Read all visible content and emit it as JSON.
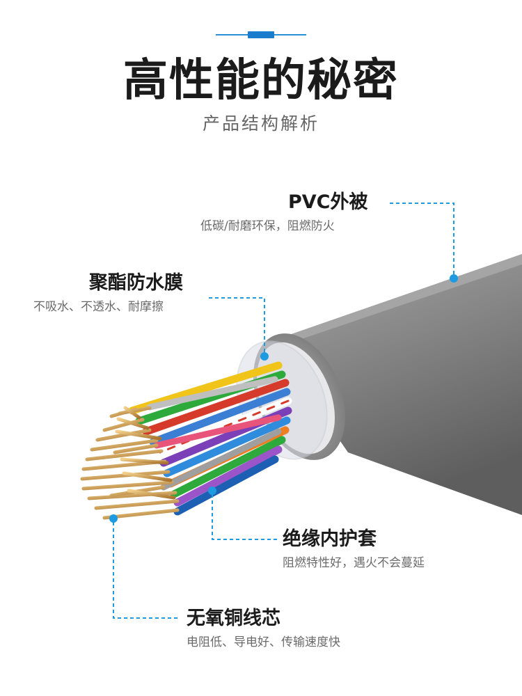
{
  "header": {
    "title": "高性能的秘密",
    "subtitle": "产品结构解析"
  },
  "colors": {
    "accent": "#1e9be0",
    "sheath": "#8a8a8a",
    "copper": "#c9954a"
  },
  "labels": {
    "pvc": {
      "title": "PVC外被",
      "desc": "低碳/耐磨环保，阻燃防火"
    },
    "membrane": {
      "title": "聚酯防水膜",
      "desc": "不吸水、不透水、耐摩擦"
    },
    "insulation": {
      "title": "绝缘内护套",
      "desc": "阻燃特性好，遇火不会蔓延"
    },
    "copper": {
      "title": "无氧铜线芯",
      "desc": "电阻低、导电好、传输速度快"
    }
  }
}
